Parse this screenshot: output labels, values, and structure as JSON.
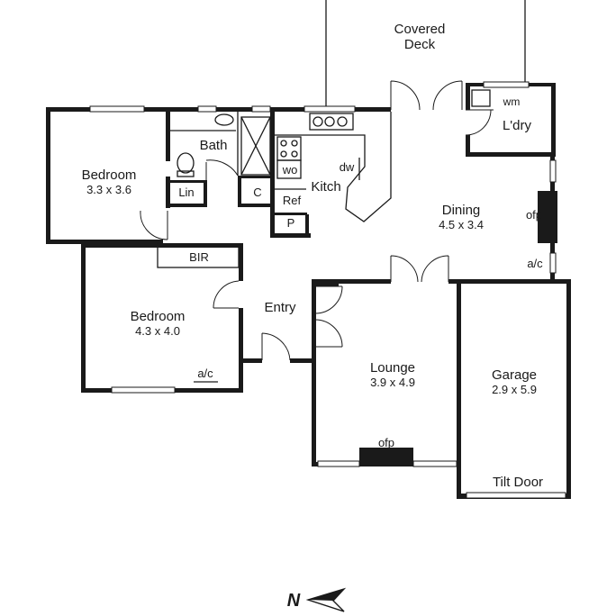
{
  "rooms": {
    "covered_deck_1": "Covered",
    "covered_deck_2": "Deck",
    "laundry_wm": "wm",
    "laundry": "L'dry",
    "bath": "Bath",
    "bedroom1": "Bedroom",
    "bedroom1_size": "3.3 x 3.6",
    "lin": "Lin",
    "cupboard": "C",
    "wo": "wo",
    "ref": "Ref",
    "pantry": "P",
    "kitch": "Kitch",
    "dw": "dw",
    "dining": "Dining",
    "dining_size": "4.5 x 3.4",
    "ofp_dining": "ofp",
    "ac_dining": "a/c",
    "bir": "BIR",
    "entry": "Entry",
    "bedroom2": "Bedroom",
    "bedroom2_size": "4.3 x 4.0",
    "ac_bedroom": "a/c",
    "lounge": "Lounge",
    "lounge_size": "3.9 x 4.9",
    "ofp_lounge": "ofp",
    "garage": "Garage",
    "garage_size": "2.9 x 5.9",
    "tilt_door": "Tilt Door"
  },
  "compass": {
    "label": "N"
  }
}
